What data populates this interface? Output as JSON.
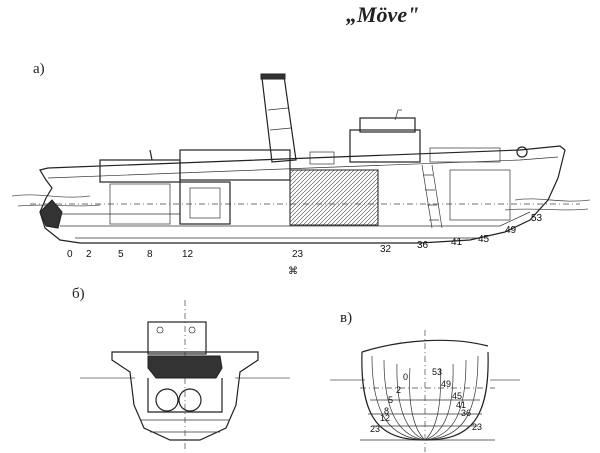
{
  "title": "„Möve\"",
  "panels": {
    "a": {
      "label": "а)"
    },
    "b": {
      "label": "б)"
    },
    "v": {
      "label": "в)"
    }
  },
  "side_frames": [
    "0",
    "2",
    "5",
    "8",
    "12",
    "23",
    "32",
    "36",
    "41",
    "45",
    "49",
    "53"
  ],
  "section_frames_right": [
    "53",
    "49",
    "45",
    "41",
    "36",
    "23"
  ],
  "section_frames_left": [
    "0",
    "2",
    "5",
    "8",
    "12",
    "23"
  ],
  "symbol": "⌘"
}
